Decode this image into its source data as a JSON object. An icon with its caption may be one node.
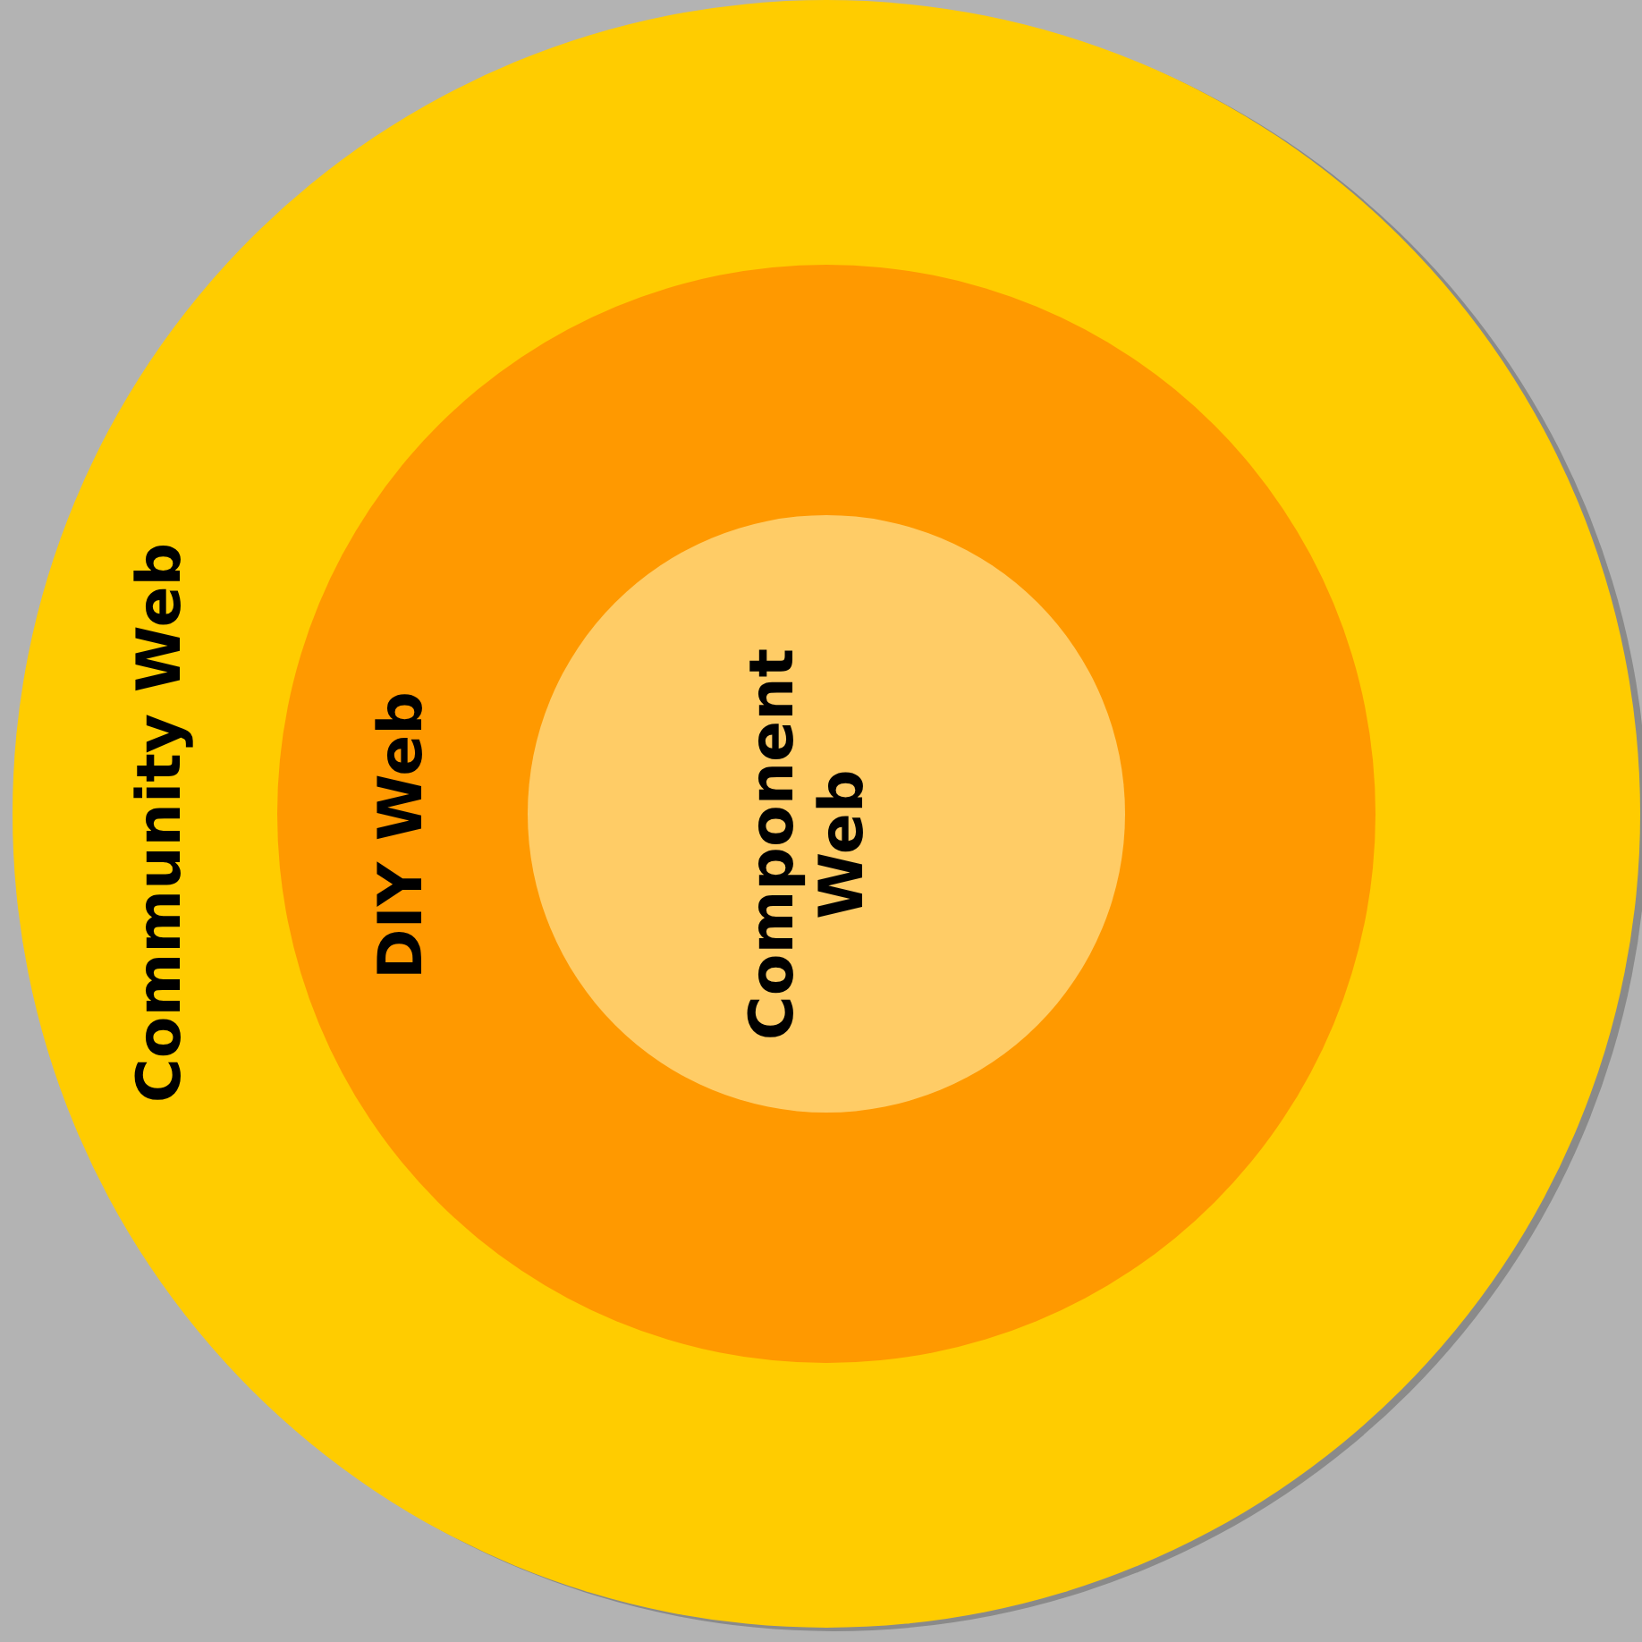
{
  "diagram": {
    "nodes": [
      {
        "text": [
          "Community Web"
        ]
      },
      {
        "text": [
          "DIY Web"
        ],
        "in": 0
      },
      {
        "text": [
          "Component Web"
        ],
        "in": 1
      }
    ]
  }
}
